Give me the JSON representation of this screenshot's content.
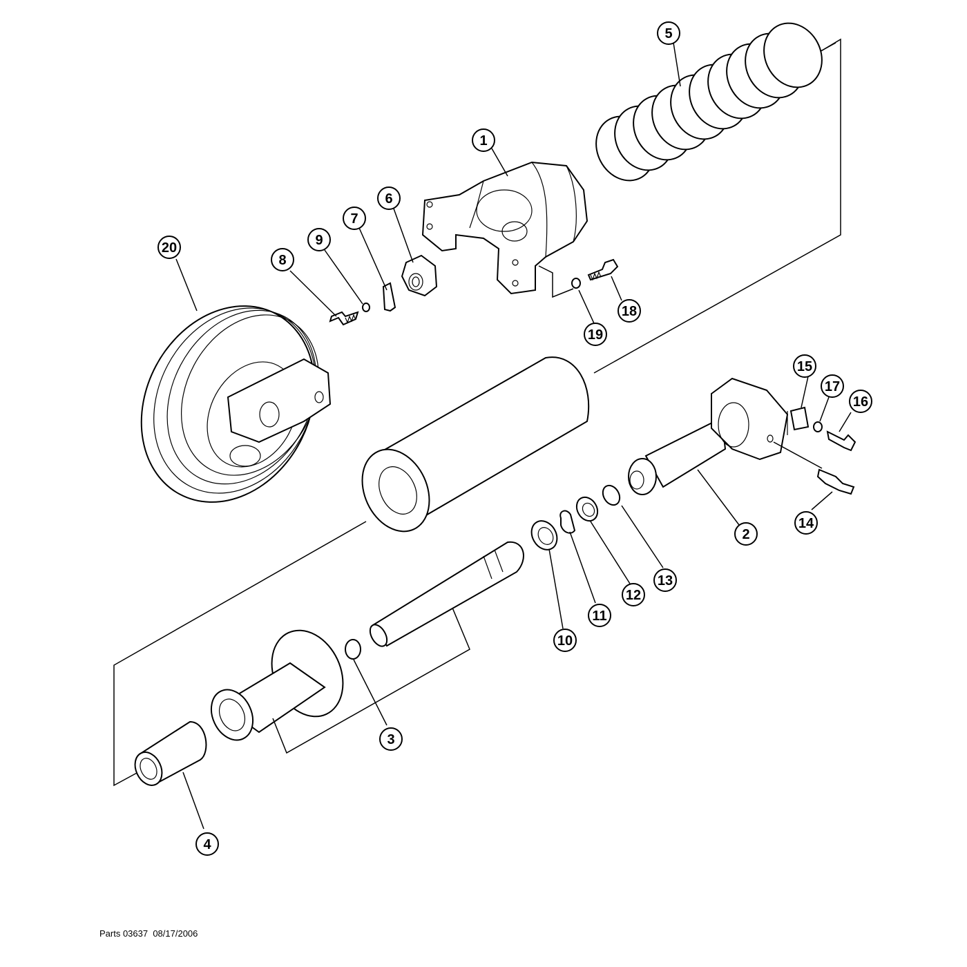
{
  "callouts": [
    {
      "id": "c1",
      "label": "1"
    },
    {
      "id": "c2",
      "label": "2"
    },
    {
      "id": "c3",
      "label": "3"
    },
    {
      "id": "c4",
      "label": "4"
    },
    {
      "id": "c5",
      "label": "5"
    },
    {
      "id": "c6",
      "label": "6"
    },
    {
      "id": "c7",
      "label": "7"
    },
    {
      "id": "c8",
      "label": "8"
    },
    {
      "id": "c9",
      "label": "9"
    },
    {
      "id": "c10",
      "label": "10"
    },
    {
      "id": "c11",
      "label": "11"
    },
    {
      "id": "c12",
      "label": "12"
    },
    {
      "id": "c13",
      "label": "13"
    },
    {
      "id": "c14",
      "label": "14"
    },
    {
      "id": "c15",
      "label": "15"
    },
    {
      "id": "c16",
      "label": "16"
    },
    {
      "id": "c17",
      "label": "17"
    },
    {
      "id": "c18",
      "label": "18"
    },
    {
      "id": "c19",
      "label": "19"
    },
    {
      "id": "c20",
      "label": "20"
    }
  ],
  "footer": {
    "text": "Parts 03637  08/17/2006"
  }
}
